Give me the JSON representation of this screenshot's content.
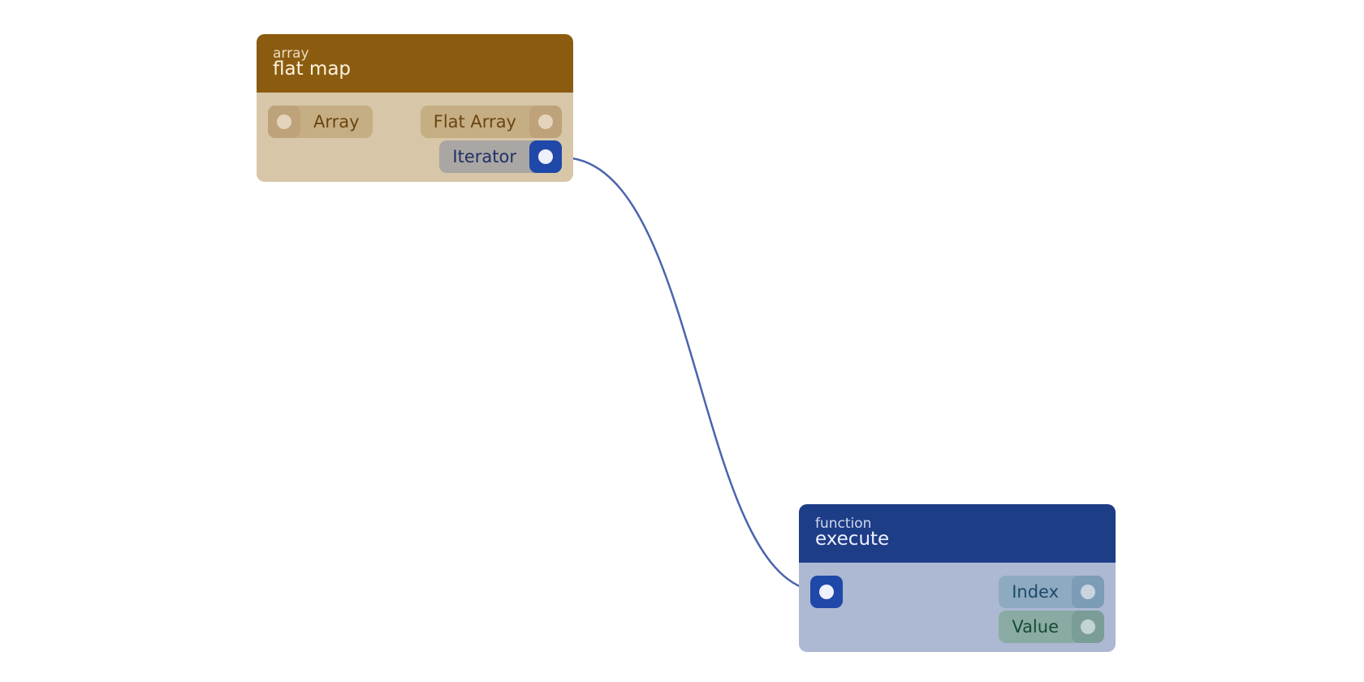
{
  "nodes": {
    "flat_map": {
      "category": "array",
      "title": "flat map",
      "ports": {
        "array": "Array",
        "flat_array": "Flat Array",
        "iterator": "Iterator"
      }
    },
    "execute": {
      "category": "function",
      "title": "execute",
      "ports": {
        "index": "Index",
        "value": "Value"
      }
    }
  },
  "colors": {
    "flat_map_header": "#8b5c10",
    "flat_map_body": "#d7c7a8",
    "execute_header": "#1e3d87",
    "execute_body": "#adb8d3",
    "wire": "#4a64ad",
    "active_plug": "#1f48a8"
  },
  "connections": [
    {
      "from": "flat_map.iterator",
      "to": "execute.exec_in"
    }
  ]
}
